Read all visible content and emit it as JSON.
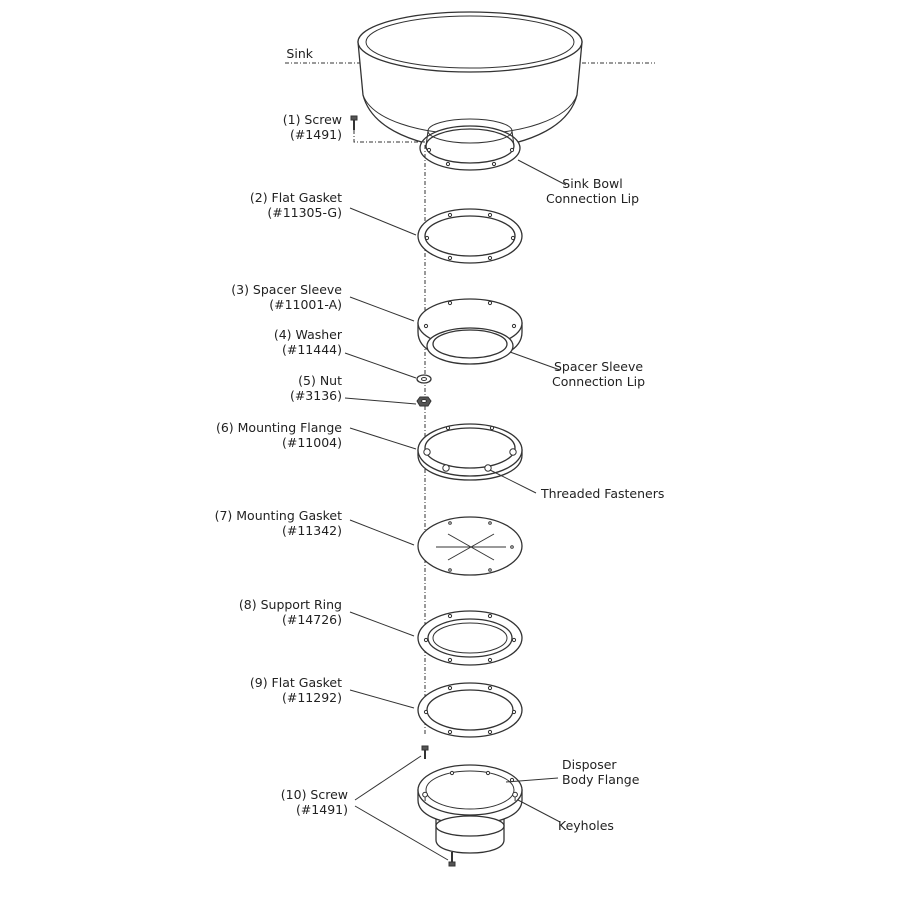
{
  "labels": {
    "sink": "Sink",
    "screw1_name": "(1) Screw",
    "screw1_part": "(#1491)",
    "lip1_a": "Sink Bowl",
    "lip1_b": "Connection Lip",
    "gasket2_name": "(2) Flat Gasket",
    "gasket2_part": "(#11305-G)",
    "sleeve3_name": "(3) Spacer Sleeve",
    "sleeve3_part": "(#11001-A)",
    "washer4_name": "(4) Washer",
    "washer4_part": "(#11444)",
    "lip2_a": "Spacer Sleeve",
    "lip2_b": "Connection Lip",
    "nut5_name": "(5) Nut",
    "nut5_part": "(#3136)",
    "flange6_name": "(6) Mounting Flange",
    "flange6_part": "(#11004)",
    "fasteners": "Threaded Fasteners",
    "gasket7_name": "(7) Mounting Gasket",
    "gasket7_part": "(#11342)",
    "ring8_name": "(8) Support Ring",
    "ring8_part": "(#14726)",
    "gasket9_name": "(9) Flat Gasket",
    "gasket9_part": "(#11292)",
    "body_a": "Disposer",
    "body_b": "Body Flange",
    "screw10_name": "(10) Screw",
    "screw10_part": "(#1491)",
    "keyholes": "Keyholes"
  }
}
